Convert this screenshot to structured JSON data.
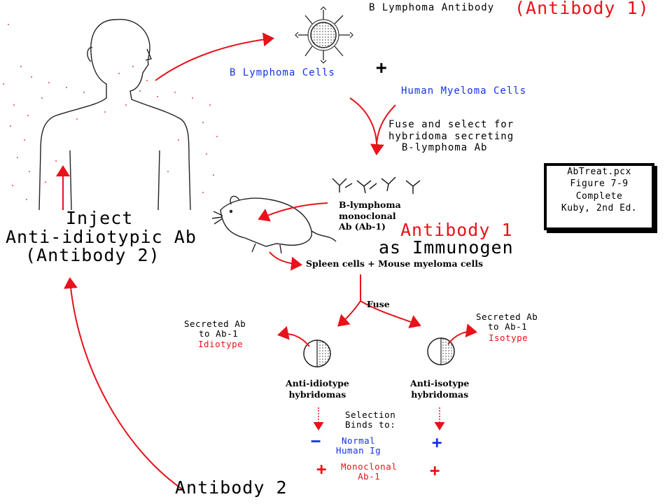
{
  "labels": {
    "b_lymphoma_antibody": "B Lymphoma Antibody",
    "antibody1_header": "(Antibody 1)",
    "b_lymphoma_cells": "B Lymphoma Cells",
    "plus_top": "+",
    "human_myeloma_cells": "Human Myeloma Cells",
    "fuse_select": "Fuse and select for\nhybridoma secreting\n  B-lymphoma Ab",
    "b_lymphoma_monoclonal": "B-lymphoma\nmonoclonal\nAb (Ab-1)",
    "antibody1_big": "Antibody 1",
    "as_immunogen": "as Immunogen",
    "spleen_cells": "Spleen cells + Mouse myeloma cells",
    "fuse": "Fuse",
    "inject_1": "Inject",
    "inject_2": "Anti-idiotypic Ab",
    "inject_3": "(Antibody 2)",
    "secreted_left_1": "Secreted Ab",
    "secreted_left_2": "to Ab-1",
    "idiotype": "Idiotype",
    "secreted_right_1": "Secreted Ab",
    "secreted_right_2": "to Ab-1",
    "isotype": "Isotype",
    "anti_idiotype_hybridomas": "Anti-idiotype\nhybridomas",
    "anti_isotype_hybridomas": "Anti-isotype\nhybridomas",
    "selection_binds": "Selection\nBinds to:",
    "normal_human_ig": "Normal\nHuman Ig",
    "monoclonal_ab1": "Monoclonal\nAb-1",
    "minus_left": "−",
    "plus_right_blue": "+",
    "plus_left_red": "+",
    "plus_right_red": "+",
    "antibody2_bottom": "Antibody 2"
  },
  "infobox": {
    "line1": "AbTreat.pcx",
    "line2": "Figure 7-9",
    "line3": "Complete",
    "line4": "Kuby, 2nd Ed."
  },
  "colors": {
    "red": "#e8121b",
    "blue": "#1432e6",
    "black": "#000000"
  }
}
